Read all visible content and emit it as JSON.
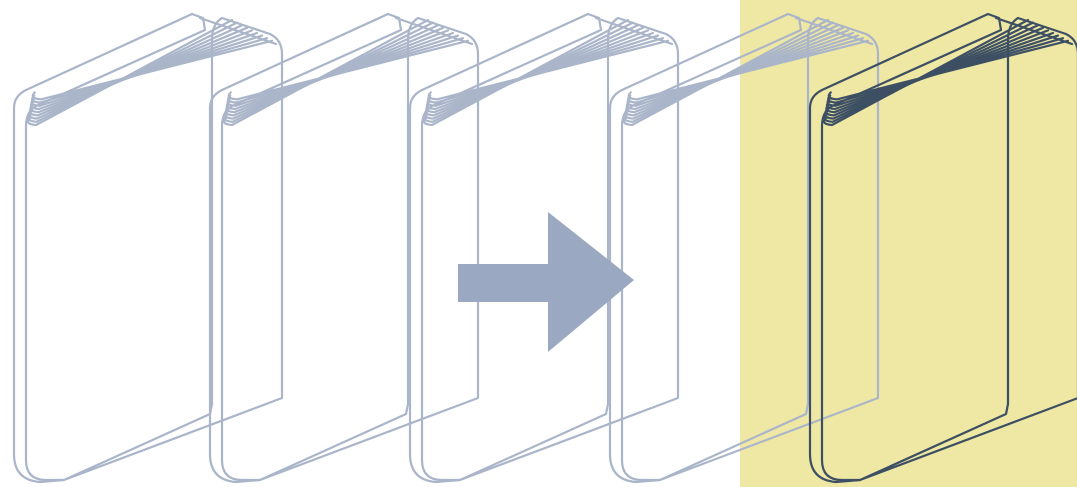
{
  "scene": {
    "books": [
      {
        "id": "book-1",
        "highlighted": false
      },
      {
        "id": "book-2",
        "highlighted": false
      },
      {
        "id": "book-3",
        "highlighted": false
      },
      {
        "id": "book-4",
        "highlighted": false
      },
      {
        "id": "book-5",
        "highlighted": true
      }
    ],
    "arrow_direction": "right"
  },
  "colors": {
    "background": "#ffffff",
    "highlight_panel": "#efe8a4",
    "book_outline": "#aab5c9",
    "book_outline_highlighted": "#3d4f63",
    "arrow": "#9aa8c2"
  },
  "icons": {
    "arrow": "right-arrow-icon",
    "book": "book-icon"
  }
}
